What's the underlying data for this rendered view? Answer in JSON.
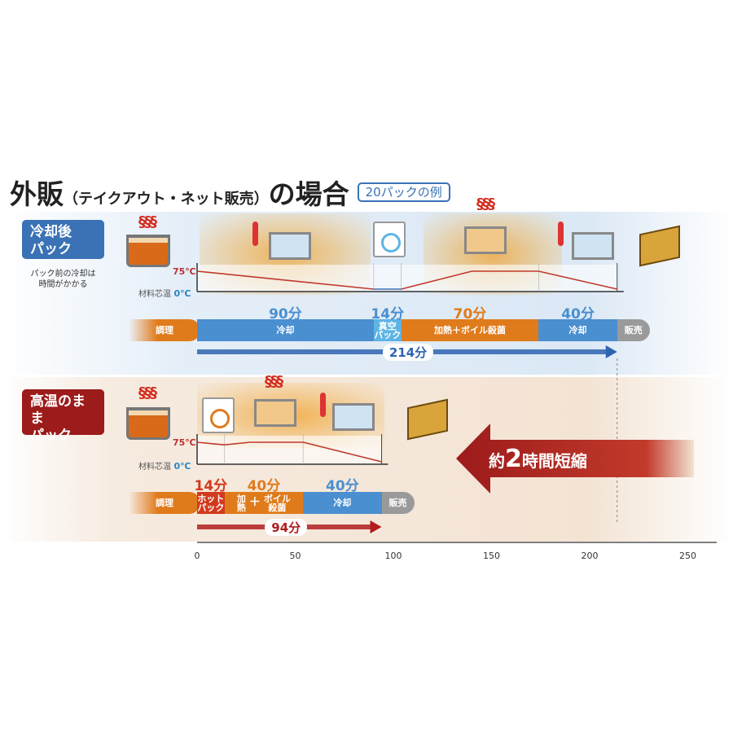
{
  "title": {
    "main": "外販",
    "paren": "（テイクアウト・ネット販売）",
    "suffix": "の場合",
    "badge": "20パックの例"
  },
  "colors": {
    "blue": "#4a8fd0",
    "light_blue": "#5db4e5",
    "orange": "#e07b1c",
    "red": "#d23a1e",
    "gray": "#9a9a9a",
    "dark_red": "#9c1b1b",
    "label_blue": "#3a72b5"
  },
  "axis": {
    "ticks": [
      "0",
      "50",
      "100",
      "150",
      "200",
      "250"
    ],
    "range": [
      0,
      250
    ]
  },
  "temp_labels": {
    "high": "75℃",
    "low": "0℃",
    "caption": "材料芯温"
  },
  "before": {
    "label_line1": "冷却後",
    "label_line2": "パック",
    "note_line1": "パック前の冷却は",
    "note_line2": "時間がかかる",
    "cook": "調理",
    "sale": "販売",
    "steps": [
      {
        "label": "冷却",
        "minutes": 90,
        "minutes_text": "90分",
        "type": "cool"
      },
      {
        "label_line1": "真空",
        "label_line2": "パック",
        "minutes": 14,
        "minutes_text": "14分",
        "type": "pack"
      },
      {
        "label": "加熱＋ボイル殺菌",
        "minutes": 70,
        "minutes_text": "70分",
        "type": "heat"
      },
      {
        "label": "冷却",
        "minutes": 40,
        "minutes_text": "40分",
        "type": "cool"
      }
    ],
    "total": "214分",
    "temperature_profile": [
      [
        0,
        75
      ],
      [
        90,
        0
      ],
      [
        104,
        0
      ],
      [
        140,
        75
      ],
      [
        174,
        75
      ],
      [
        214,
        0
      ]
    ]
  },
  "after": {
    "label_line1": "高温のまま",
    "label_line2": "パック",
    "cook": "調理",
    "sale": "販売",
    "steps": [
      {
        "label_line1": "ホット",
        "label_line2": "パック",
        "minutes": 14,
        "minutes_text": "14分",
        "type": "hotpack"
      },
      {
        "label_a1": "加",
        "label_a2": "熱",
        "label_plus": "＋",
        "label_b1": "ボイル",
        "label_b2": "殺菌",
        "minutes": 40,
        "minutes_text": "40分",
        "type": "heat"
      },
      {
        "label": "冷却",
        "minutes": 40,
        "minutes_text": "40分",
        "type": "cool"
      }
    ],
    "total": "94分",
    "temperature_profile": [
      [
        0,
        75
      ],
      [
        14,
        65
      ],
      [
        27,
        75
      ],
      [
        54,
        75
      ],
      [
        94,
        0
      ]
    ]
  },
  "callout": {
    "prefix": "約",
    "number": "2",
    "suffix": "時間短縮"
  }
}
